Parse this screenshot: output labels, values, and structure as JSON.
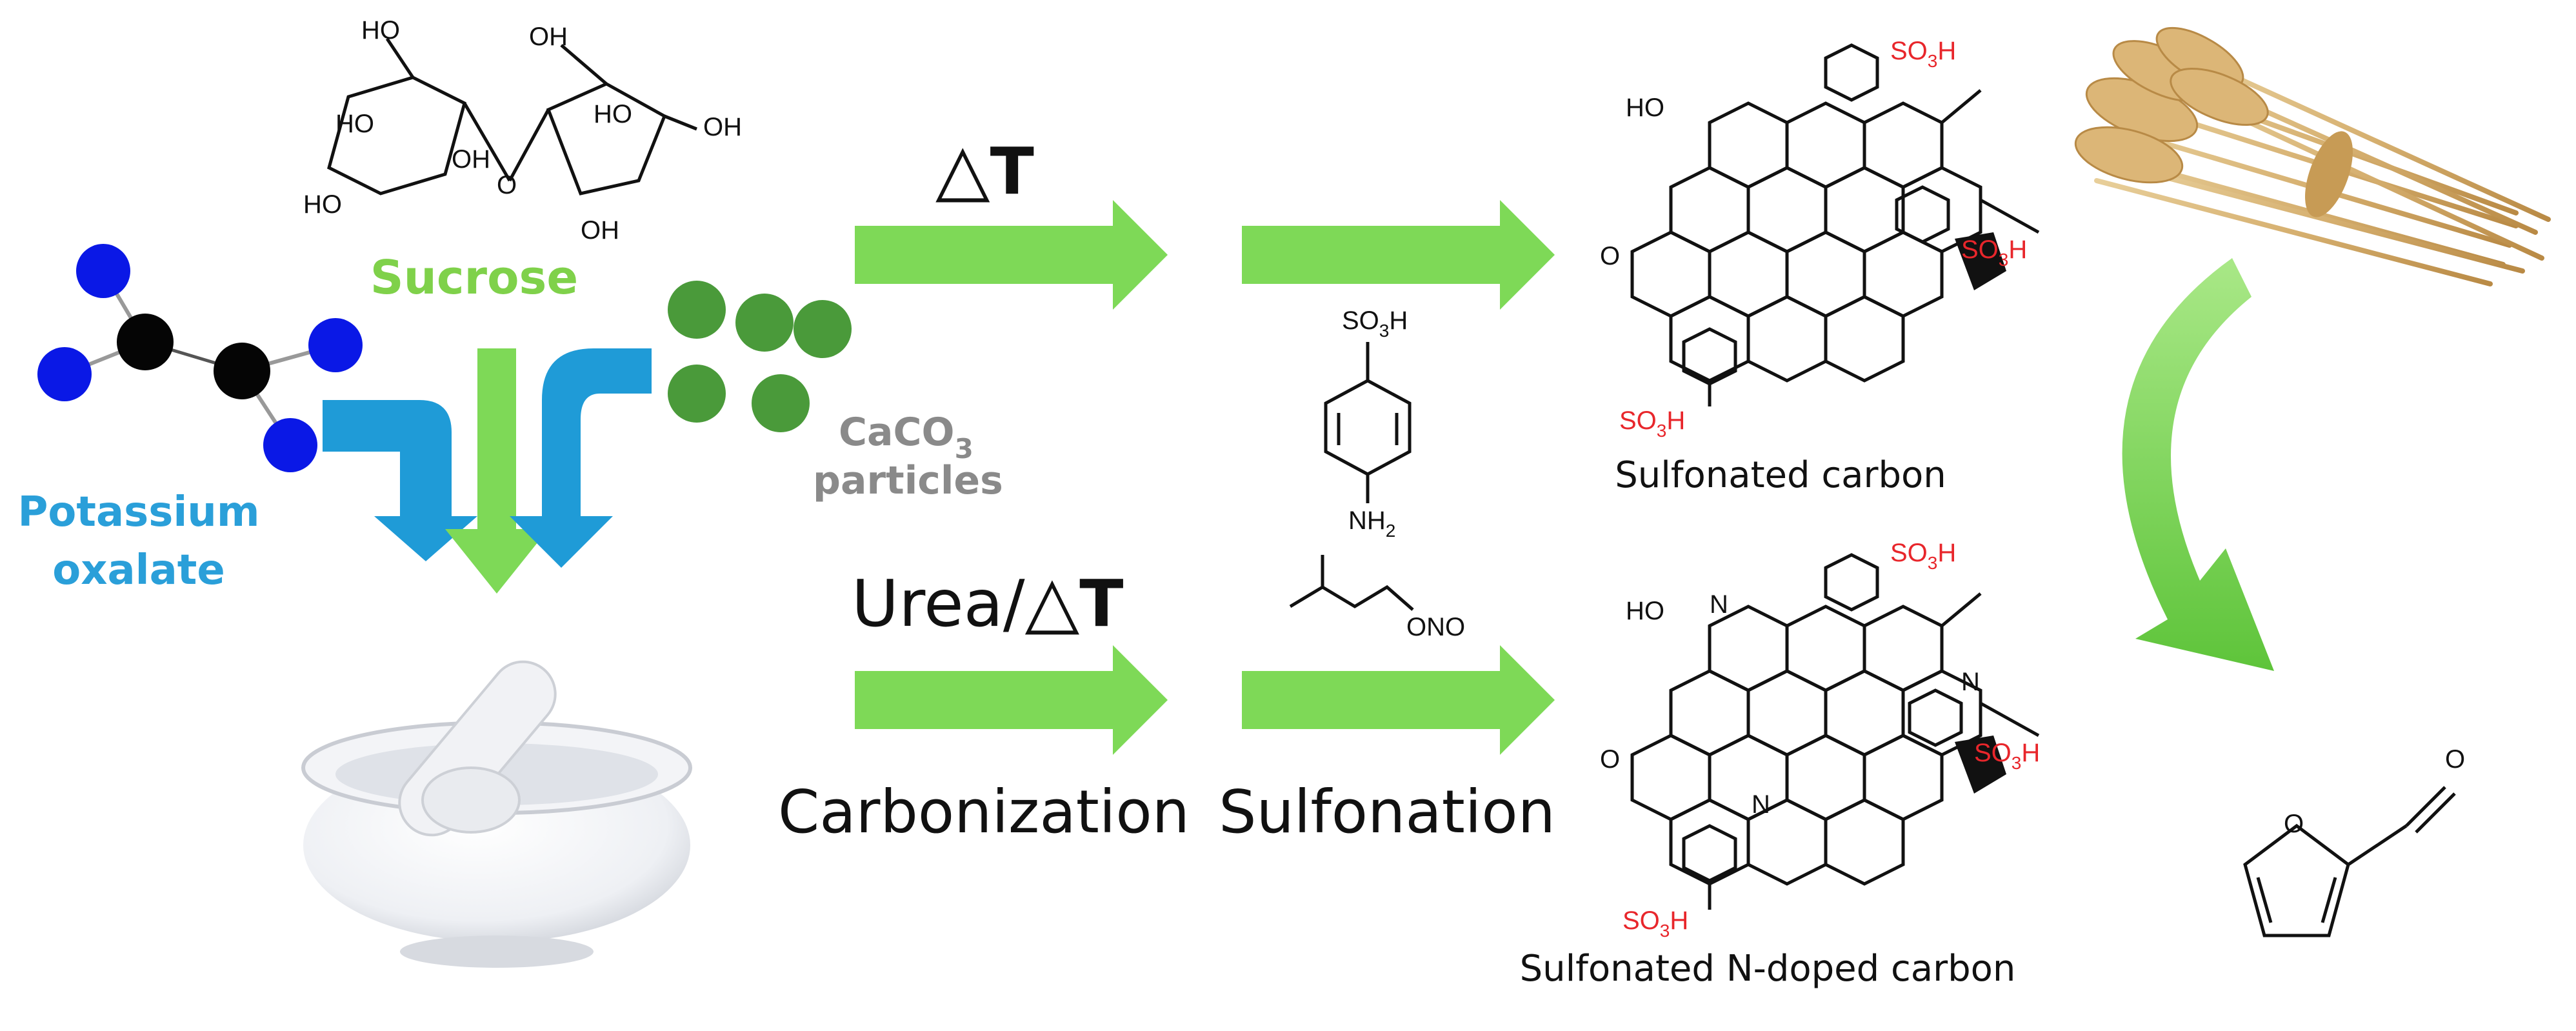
{
  "labels": {
    "sucrose": "Sucrose",
    "potassium_oxalate_line1": "Potassium",
    "potassium_oxalate_line2": "oxalate",
    "caco3": "CaCO",
    "caco3_sub": "3",
    "particles": "particles",
    "delta_t": "T",
    "urea_delta_t": "Urea/",
    "urea_t": "T",
    "carbonization": "Carbonization",
    "sulfonation": "Sulfonation",
    "sulfonated_carbon": "Sulfonated carbon",
    "sulfonated_n_doped_carbon": "Sulfonated N-doped carbon"
  },
  "chem": {
    "so3h": "SO",
    "so3h_sub": "3",
    "so3h_end": "H",
    "nh2": "NH",
    "nh2_sub": "2",
    "ono": "ONO",
    "ho": "HO",
    "oh": "OH",
    "o": "O",
    "n": "N"
  },
  "colors": {
    "green_arrow": "#7ed957",
    "blue_arrow": "#1f9bd7",
    "sucrose_text": "#7fd14a",
    "potassium_text": "#2a9fd9",
    "particle_text": "#8a8a8a",
    "caco3_ball": "#4a9a3a",
    "oxalate_blue": "#0a18e6",
    "red": "#e8262b"
  }
}
